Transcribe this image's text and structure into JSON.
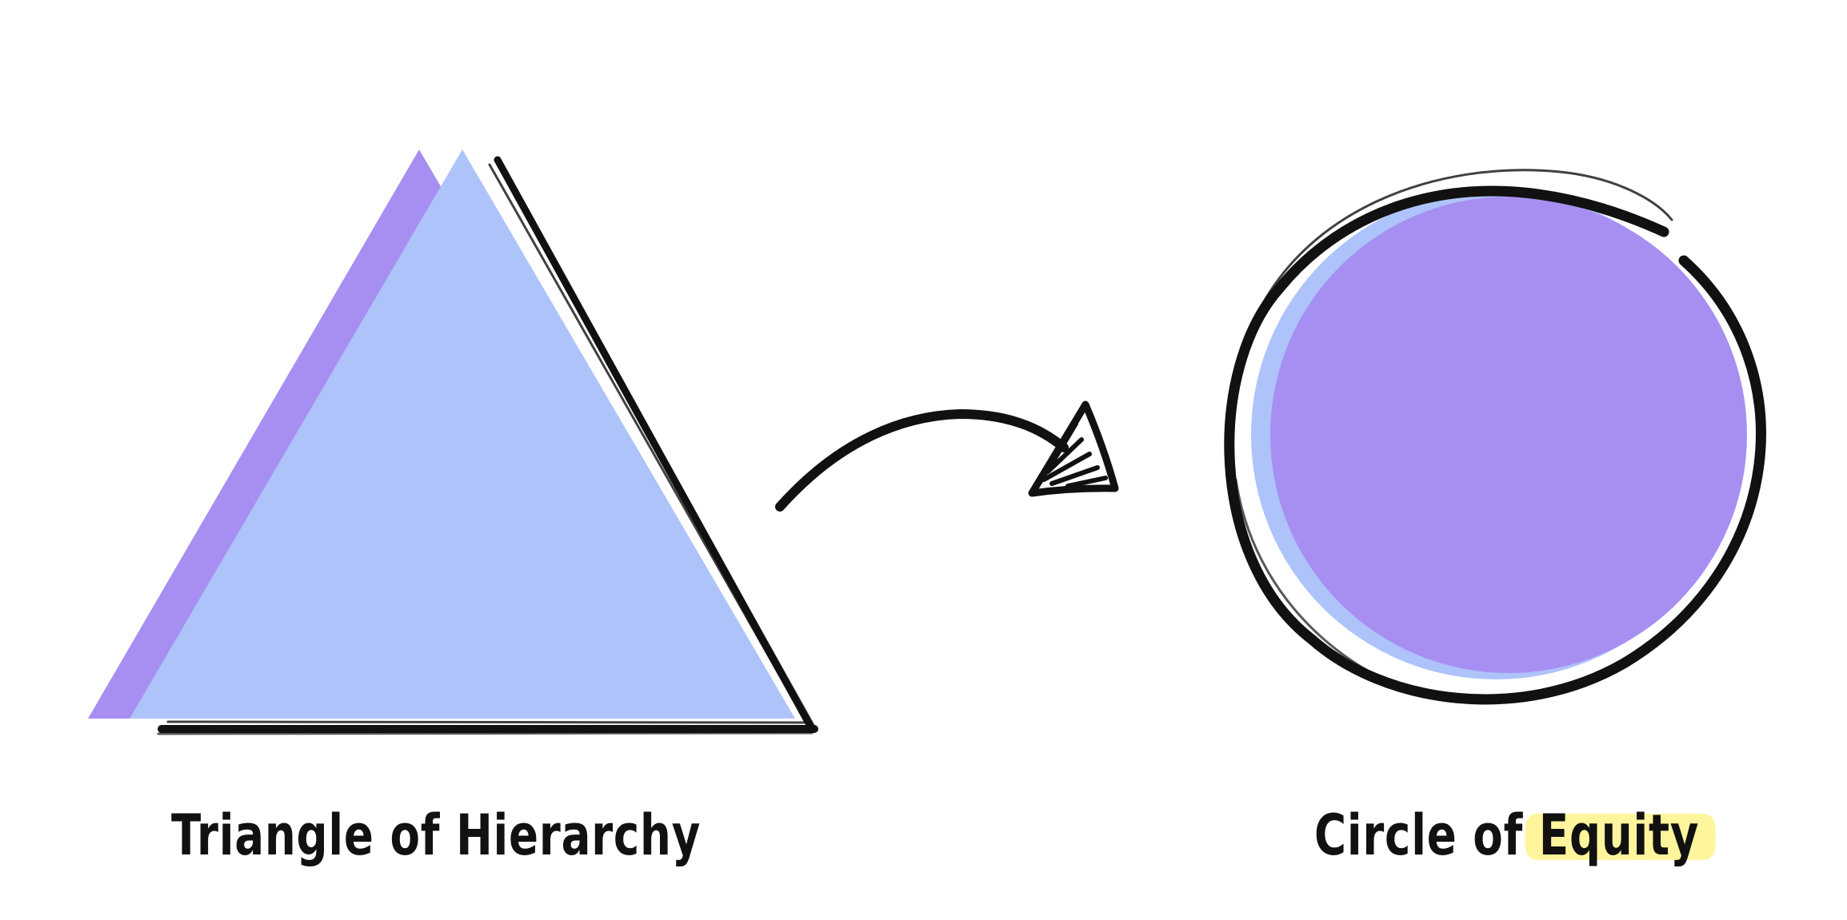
{
  "colors": {
    "background": "#ffffff",
    "shape_purple": "#a78ff2",
    "shape_blue": "#adc3fa",
    "stroke": "#111111",
    "highlight": "#fff59d"
  },
  "diagram": {
    "left_shape": {
      "icon": "triangle-icon",
      "caption": "Triangle of Hierarchy"
    },
    "connector": {
      "icon": "curved-arrow-icon"
    },
    "right_shape": {
      "icon": "circle-icon",
      "caption_prefix": "Circle of",
      "caption_highlight": "Equity"
    }
  }
}
